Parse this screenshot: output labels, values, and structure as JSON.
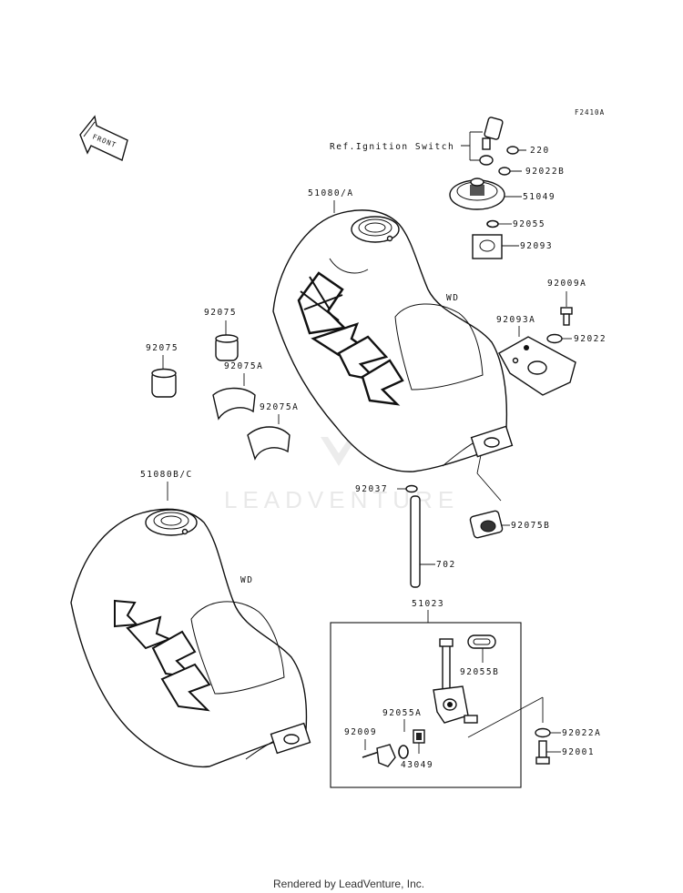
{
  "diagram_code": "F2410A",
  "front_label": "FRONT",
  "ref_note": "Ref.Ignition Switch",
  "callouts": {
    "c220": "220",
    "c92022B": "92022B",
    "c51049": "51049",
    "c92055": "92055",
    "c92093": "92093",
    "c51080A": "51080/A",
    "wd1": "WD",
    "c92009A": "92009A",
    "c92093A": "92093A",
    "c92022": "92022",
    "c92075a": "92075",
    "c92075b": "92075",
    "c92075A1": "92075A",
    "c92075A2": "92075A",
    "c51080BC": "51080B/C",
    "wd2": "WD",
    "c92037": "92037",
    "c92075B": "92075B",
    "c702": "702",
    "c51023": "51023",
    "c92055B": "92055B",
    "c92055A": "92055A",
    "c92009": "92009",
    "c43049": "43049",
    "c92022A": "92022A",
    "c92001": "92001"
  },
  "watermark": "LEADVENTURE",
  "footer": "Rendered by LeadVenture, Inc."
}
